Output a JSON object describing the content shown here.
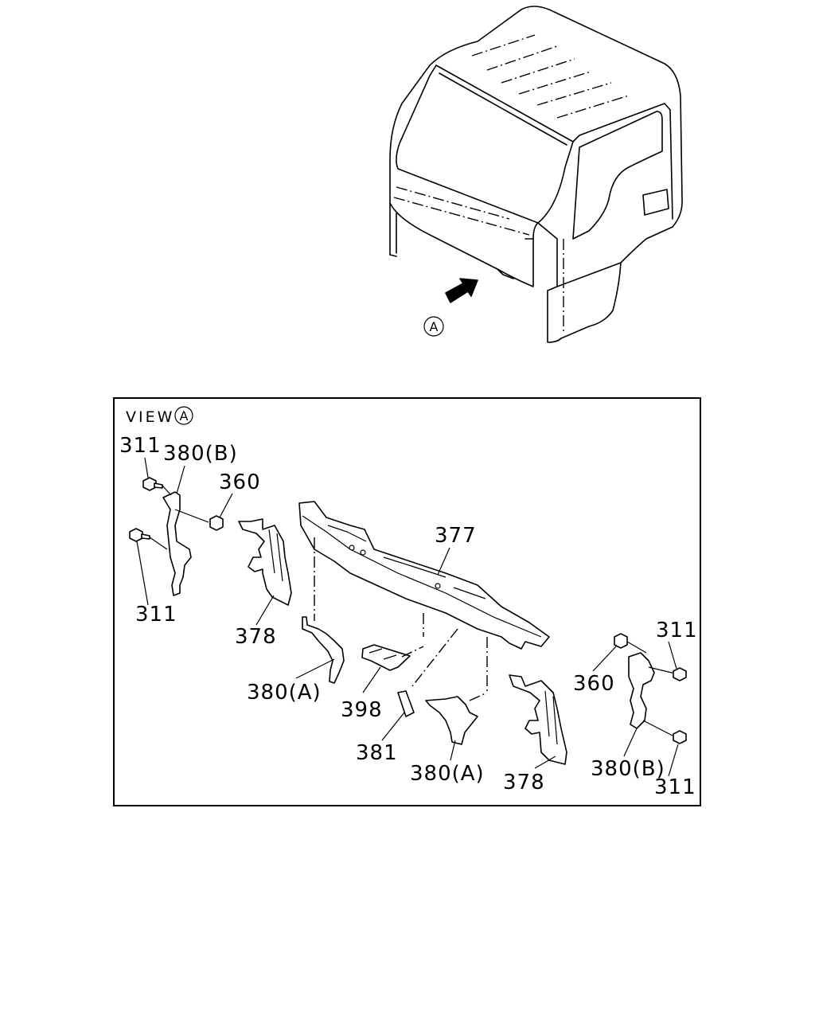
{
  "view_title": "VIEW",
  "view_letter": "A",
  "arrow_letter": "A",
  "labels": {
    "l311_tl": "311",
    "l380b_tl": "380(B)",
    "l360_tl": "360",
    "l311_ml": "311",
    "l378_l": "378",
    "l377": "377",
    "l380a_l": "380(A)",
    "l398": "398",
    "l381": "381",
    "l380a_c": "380(A)",
    "l378_r": "378",
    "l360_r": "360",
    "l311_tr": "311",
    "l380b_r": "380(B)",
    "l311_br": "311"
  }
}
